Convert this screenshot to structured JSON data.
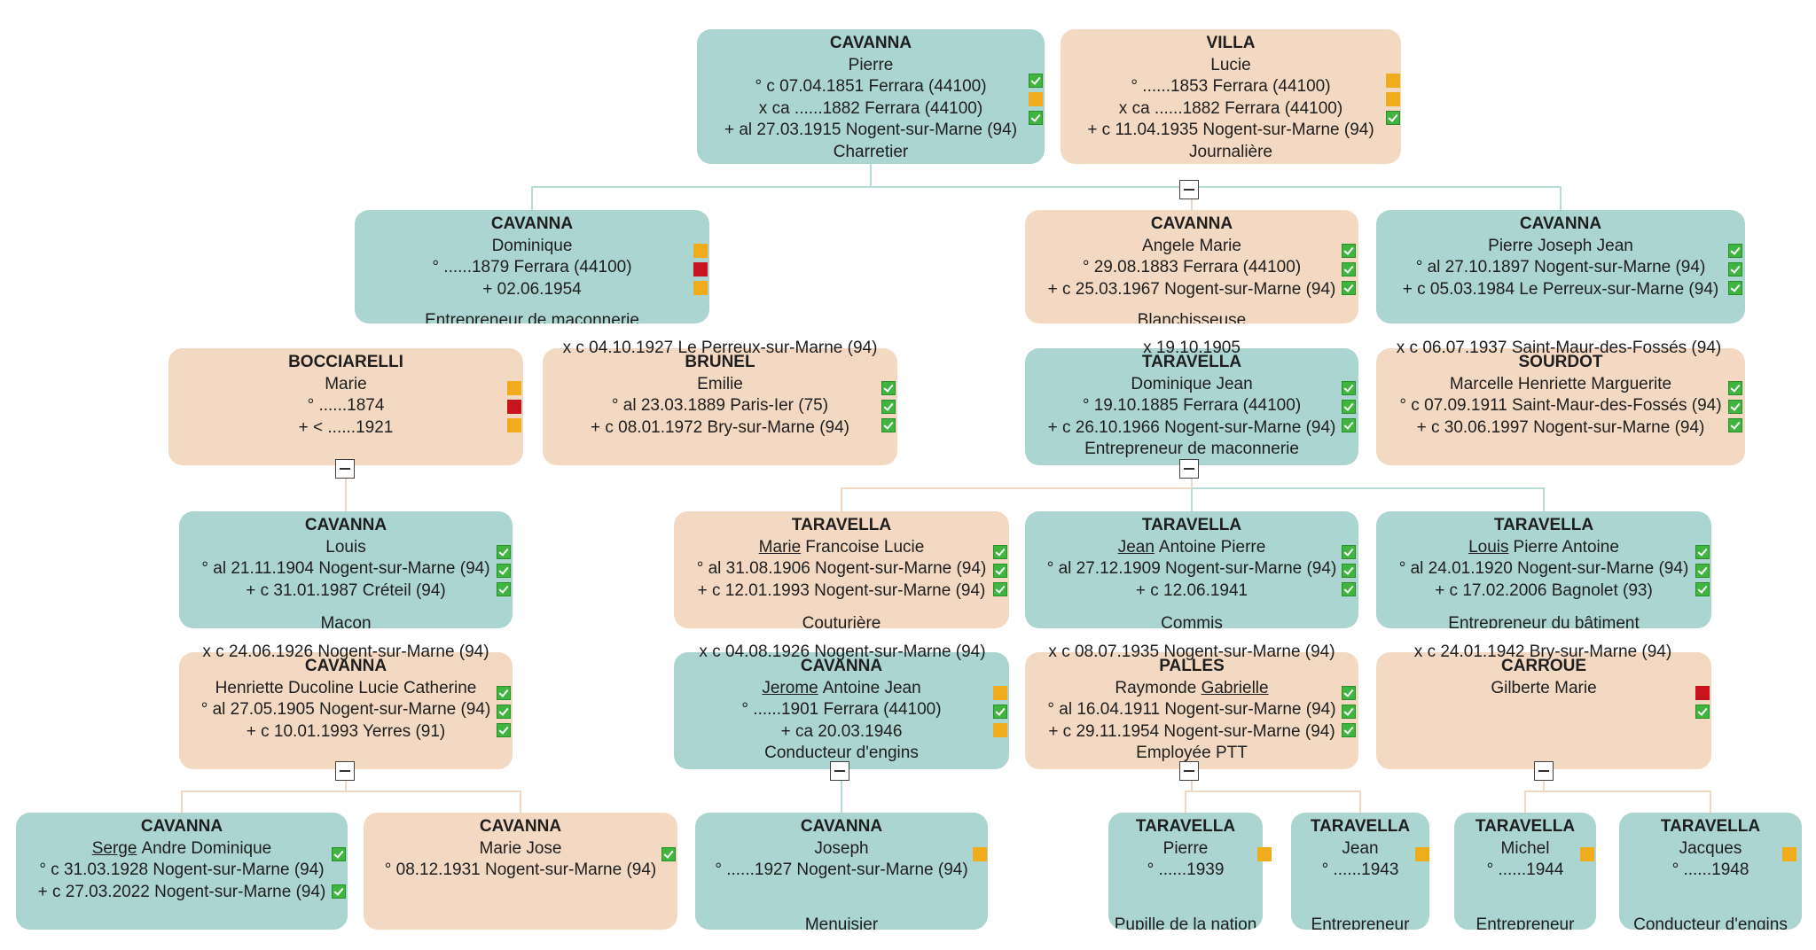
{
  "persons": [
    {
      "id": "p1",
      "sex": "m",
      "lines": [
        {
          "t": "CAVANNA",
          "b": true
        },
        {
          "t": "Pierre"
        },
        {
          "t": "° c 07.04.1851 Ferrara (44100)"
        },
        {
          "t": "x ca ......1882 Ferrara (44100)"
        },
        {
          "t": "+ al 27.03.1915 Nogent-sur-Marne (94)"
        },
        {
          "t": "Charretier"
        }
      ],
      "badges": [
        "g",
        "o",
        "g"
      ]
    },
    {
      "id": "p2",
      "sex": "f",
      "lines": [
        {
          "t": "VILLA",
          "b": true
        },
        {
          "t": "Lucie"
        },
        {
          "t": "° ......1853 Ferrara (44100)"
        },
        {
          "t": "x ca ......1882 Ferrara (44100)"
        },
        {
          "t": "+ c 11.04.1935 Nogent-sur-Marne (94)"
        },
        {
          "t": "Journalière"
        }
      ],
      "badges": [
        "o",
        "o",
        "g"
      ]
    },
    {
      "id": "p3",
      "sex": "m",
      "lines": [
        {
          "t": "CAVANNA",
          "b": true
        },
        {
          "t": "Dominique"
        },
        {
          "t": "° ......1879 Ferrara (44100)"
        },
        {
          "t": "+ 02.06.1954"
        }
      ],
      "occ": "Entrepreneur de maconnerie",
      "badges": [
        "o",
        "r",
        "o"
      ]
    },
    {
      "id": "p4",
      "sex": "f",
      "lines": [
        {
          "t": "CAVANNA",
          "b": true
        },
        {
          "t": "Angele Marie"
        },
        {
          "t": "° 29.08.1883 Ferrara (44100)"
        },
        {
          "t": "+ c 25.03.1967 Nogent-sur-Marne (94)"
        }
      ],
      "occ": "Blanchisseuse",
      "badges": [
        "g",
        "g",
        "g"
      ]
    },
    {
      "id": "p5",
      "sex": "m",
      "lines": [
        {
          "t": "CAVANNA",
          "b": true
        },
        {
          "t": "Pierre Joseph Jean"
        },
        {
          "t": "° al 27.10.1897 Nogent-sur-Marne (94)"
        },
        {
          "t": "+ c 05.03.1984 Le Perreux-sur-Marne (94)"
        }
      ],
      "badges": [
        "g",
        "g",
        "g"
      ]
    },
    {
      "id": "p6",
      "sex": "f",
      "lines": [
        {
          "t": "BOCCIARELLI",
          "b": true
        },
        {
          "t": "Marie"
        },
        {
          "t": "° ......1874"
        },
        {
          "t": "+ < ......1921"
        }
      ],
      "badges": [
        "o",
        "r",
        "o"
      ]
    },
    {
      "id": "p7",
      "sex": "f",
      "lines": [
        {
          "t": "BRUNEL",
          "b": true
        },
        {
          "t": "Emilie"
        },
        {
          "t": "° al 23.03.1889 Paris-Ier (75)"
        },
        {
          "t": "+ c 08.01.1972 Bry-sur-Marne (94)"
        }
      ],
      "badges": [
        "g",
        "g",
        "g"
      ]
    },
    {
      "id": "p8",
      "sex": "m",
      "lines": [
        {
          "t": "TARAVELLA",
          "b": true
        },
        {
          "t": "Dominique Jean"
        },
        {
          "t": "° 19.10.1885 Ferrara (44100)"
        },
        {
          "t": "+ c 26.10.1966 Nogent-sur-Marne (94)"
        },
        {
          "t": "Entrepreneur de maconnerie"
        }
      ],
      "badges": [
        "g",
        "g",
        "g"
      ]
    },
    {
      "id": "p9",
      "sex": "f",
      "lines": [
        {
          "t": "SOURDOT",
          "b": true
        },
        {
          "t": "Marcelle Henriette Marguerite"
        },
        {
          "t": "° c 07.09.1911 Saint-Maur-des-Fossés (94)"
        },
        {
          "t": "+ c 30.06.1997 Nogent-sur-Marne (94)"
        }
      ],
      "badges": [
        "g",
        "g",
        "g"
      ]
    },
    {
      "id": "p10",
      "sex": "m",
      "lines": [
        {
          "t": "CAVANNA",
          "b": true
        },
        {
          "t": "Louis"
        },
        {
          "t": "° al 21.11.1904 Nogent-sur-Marne (94)"
        },
        {
          "t": "+ c 31.01.1987 Créteil (94)"
        }
      ],
      "occ": "Macon",
      "badges": [
        "g",
        "g",
        "g"
      ]
    },
    {
      "id": "p11",
      "sex": "f",
      "lines": [
        {
          "t": "TARAVELLA",
          "b": true
        },
        {
          "t": "Francoise Lucie",
          "u": "Marie"
        },
        {
          "t": "° al 31.08.1906 Nogent-sur-Marne (94)"
        },
        {
          "t": "+ c 12.01.1993 Nogent-sur-Marne (94)"
        }
      ],
      "occ": "Couturière",
      "badges": [
        "g",
        "g",
        "g"
      ]
    },
    {
      "id": "p12",
      "sex": "m",
      "lines": [
        {
          "t": "TARAVELLA",
          "b": true
        },
        {
          "t": "Antoine Pierre",
          "u": "Jean"
        },
        {
          "t": "° al 27.12.1909 Nogent-sur-Marne (94)"
        },
        {
          "t": "+ c 12.06.1941"
        }
      ],
      "occ": "Commis",
      "badges": [
        "g",
        "g",
        "g"
      ]
    },
    {
      "id": "p13",
      "sex": "m",
      "lines": [
        {
          "t": "TARAVELLA",
          "b": true
        },
        {
          "t": "Pierre Antoine",
          "u": "Louis"
        },
        {
          "t": "° al 24.01.1920 Nogent-sur-Marne (94)"
        },
        {
          "t": "+ c 17.02.2006 Bagnolet (93)"
        }
      ],
      "occ": "Entrepreneur du bâtiment",
      "badges": [
        "g",
        "g",
        "g"
      ]
    },
    {
      "id": "p14",
      "sex": "f",
      "lines": [
        {
          "t": "CAVANNA",
          "b": true
        },
        {
          "t": "Henriette Ducoline Lucie Catherine"
        },
        {
          "t": "° al 27.05.1905 Nogent-sur-Marne (94)"
        },
        {
          "t": "+ c 10.01.1993 Yerres (91)"
        }
      ],
      "badges": [
        "g",
        "g",
        "g"
      ]
    },
    {
      "id": "p15",
      "sex": "m",
      "lines": [
        {
          "t": "CAVANNA",
          "b": true
        },
        {
          "t": "Antoine Jean",
          "u": "Jerome"
        },
        {
          "t": "° ......1901 Ferrara (44100)"
        },
        {
          "t": "+ ca 20.03.1946"
        },
        {
          "t": "Conducteur d'engins"
        }
      ],
      "badges": [
        "o",
        "g",
        "o"
      ]
    },
    {
      "id": "p16",
      "sex": "f",
      "lines": [
        {
          "t": "PALLES",
          "b": true
        },
        {
          "t": "Raymonde ",
          "u2": "Gabrielle"
        },
        {
          "t": "° al 16.04.1911 Nogent-sur-Marne (94)"
        },
        {
          "t": "+ c 29.11.1954 Nogent-sur-Marne (94)"
        },
        {
          "t": "Employée PTT"
        }
      ],
      "badges": [
        "g",
        "g",
        "g"
      ]
    },
    {
      "id": "p17",
      "sex": "f",
      "lines": [
        {
          "t": "CARROUE",
          "b": true
        },
        {
          "t": "Gilberte Marie"
        }
      ],
      "badges": [
        "r",
        "g"
      ]
    },
    {
      "id": "p18",
      "sex": "m",
      "lines": [
        {
          "t": "CAVANNA",
          "b": true
        },
        {
          "t": "Andre Dominique",
          "u": "Serge"
        },
        {
          "t": "° c 31.03.1928 Nogent-sur-Marne (94)"
        },
        {
          "t": "+ c 27.03.2022 Nogent-sur-Marne (94)"
        }
      ],
      "badges": [
        "g",
        "g"
      ]
    },
    {
      "id": "p19",
      "sex": "f",
      "lines": [
        {
          "t": "CAVANNA",
          "b": true
        },
        {
          "t": "Marie Jose"
        },
        {
          "t": "° 08.12.1931 Nogent-sur-Marne (94)"
        }
      ],
      "badges": [
        "g"
      ]
    },
    {
      "id": "p20",
      "sex": "m",
      "lines": [
        {
          "t": "CAVANNA",
          "b": true
        },
        {
          "t": "Joseph"
        },
        {
          "t": "° ......1927 Nogent-sur-Marne (94)"
        }
      ],
      "occ": "Menuisier",
      "badges": [
        "o"
      ]
    },
    {
      "id": "p21",
      "sex": "m",
      "lines": [
        {
          "t": "TARAVELLA",
          "b": true
        },
        {
          "t": "Pierre"
        },
        {
          "t": "° ......1939"
        }
      ],
      "occ": "Pupille de la nation",
      "badges": [
        "o"
      ]
    },
    {
      "id": "p22",
      "sex": "m",
      "lines": [
        {
          "t": "TARAVELLA",
          "b": true
        },
        {
          "t": "Jean"
        },
        {
          "t": "° ......1943"
        }
      ],
      "occ": "Entrepreneur",
      "badges": [
        "o"
      ]
    },
    {
      "id": "p23",
      "sex": "m",
      "lines": [
        {
          "t": "TARAVELLA",
          "b": true
        },
        {
          "t": "Michel"
        },
        {
          "t": "° ......1944"
        }
      ],
      "occ": "Entrepreneur",
      "badges": [
        "o"
      ]
    },
    {
      "id": "p24",
      "sex": "m",
      "lines": [
        {
          "t": "TARAVELLA",
          "b": true
        },
        {
          "t": "Jacques"
        },
        {
          "t": "° ......1948"
        }
      ],
      "occ": "Conducteur d'engins",
      "badges": [
        "o"
      ]
    }
  ],
  "marriages": [
    {
      "id": "m1",
      "text": "x c 04.10.1927 Le Perreux-sur-Marne (94)"
    },
    {
      "id": "m2",
      "text": "x 19.10.1905"
    },
    {
      "id": "m3",
      "text": "x c 06.07.1937 Saint-Maur-des-Fossés (94)"
    },
    {
      "id": "m4",
      "text": "x c 24.06.1926 Nogent-sur-Marne (94)"
    },
    {
      "id": "m5",
      "text": "x c 04.08.1926 Nogent-sur-Marne (94)"
    },
    {
      "id": "m6",
      "text": "x c 08.07.1935 Nogent-sur-Marne (94)"
    },
    {
      "id": "m7",
      "text": "x c 24.01.1942 Bry-sur-Marne (94)"
    }
  ],
  "colors": {
    "male": "#abd5d0",
    "female": "#f3d9c1",
    "line_male": "#b7dcd6",
    "line_female": "#f0d8c2",
    "badge_orange": "#f0ac1a",
    "badge_red": "#c8141e",
    "badge_green": "#3fb43f"
  }
}
